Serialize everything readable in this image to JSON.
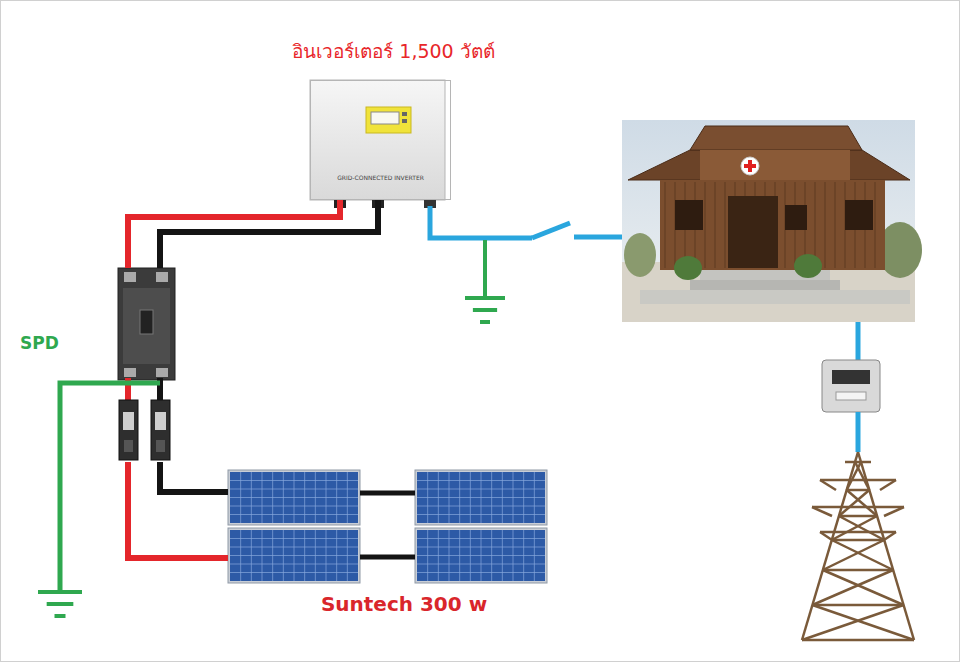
{
  "diagram": {
    "nodes": [
      {
        "text": [
          "อินเวอร์เตอร์ 1,500 วัตต์",
          "GRID-CONNECTED INVERTER"
        ]
      },
      {
        "text": [
          "SPD"
        ]
      },
      {
        "text": [
          "Suntech 300 w"
        ]
      }
    ],
    "edges": [
      {
        "from": 0,
        "to": 1,
        "arrow": "none"
      },
      {
        "from": 1,
        "to": 2,
        "arrow": "none"
      }
    ]
  }
}
